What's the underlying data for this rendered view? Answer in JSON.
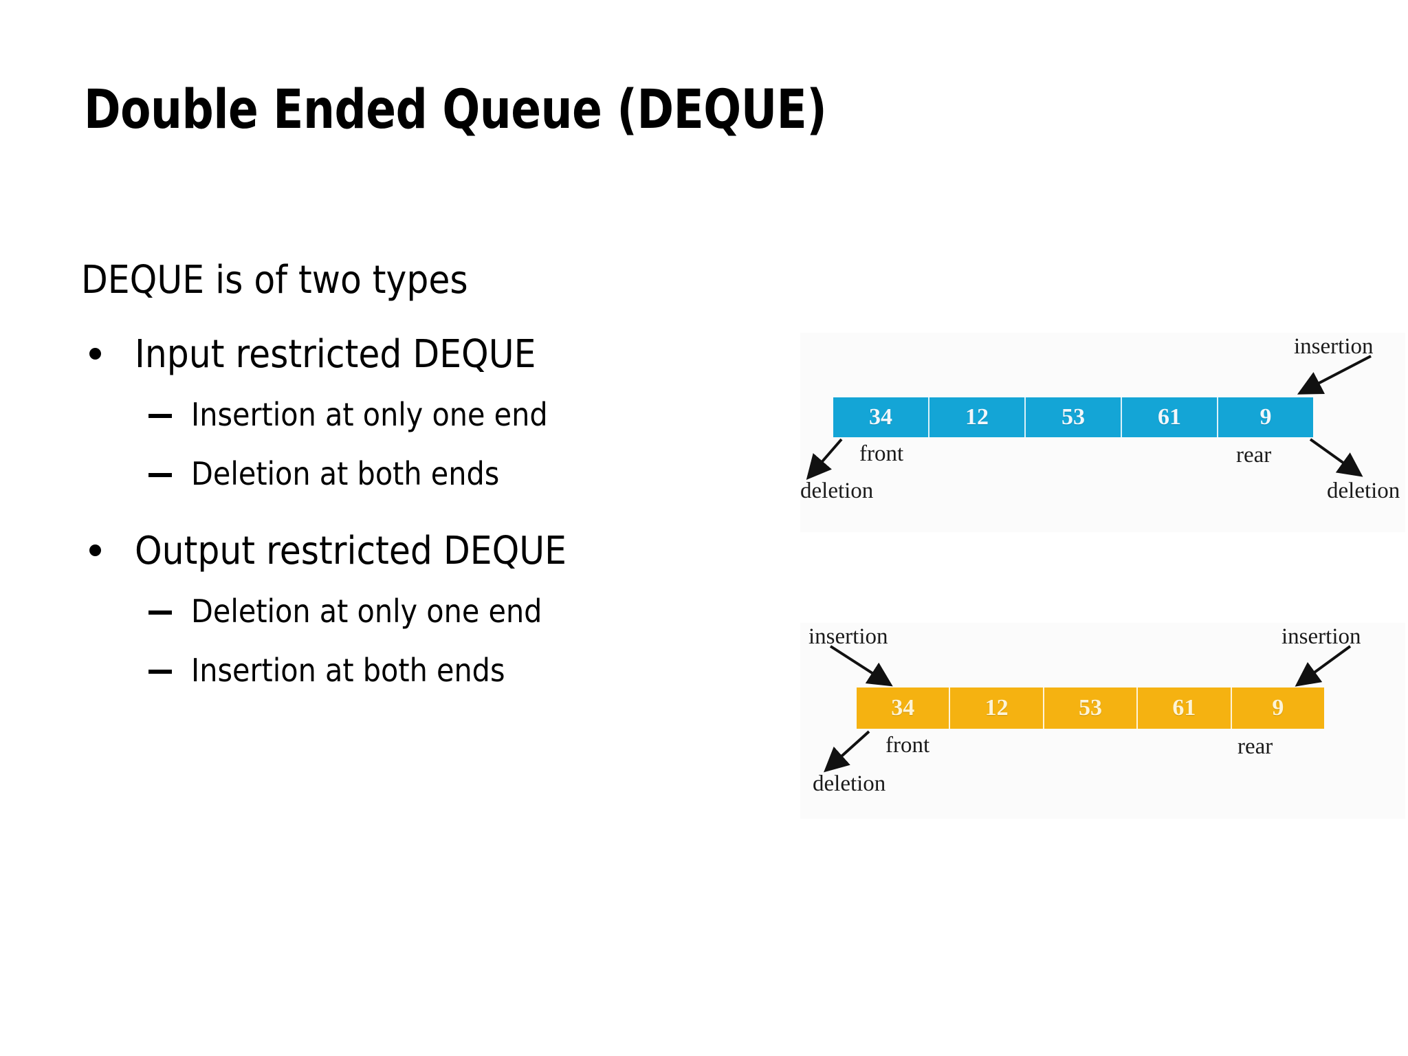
{
  "slide": {
    "title": "Double Ended Queue (DEQUE)",
    "lead": "DEQUE is of two types",
    "bullets": [
      {
        "label": "Input restricted DEQUE",
        "sub": [
          "Insertion at only one end",
          "Deletion at both ends"
        ]
      },
      {
        "label": "Output restricted DEQUE",
        "sub": [
          "Deletion at only one end",
          "Insertion at both ends"
        ]
      }
    ]
  },
  "figures": {
    "input_restricted": {
      "cells": [
        "34",
        "12",
        "53",
        "61",
        "9"
      ],
      "bar_color": "#14a5d6",
      "labels": {
        "insertion_rear": "insertion",
        "front": "front",
        "rear": "rear",
        "deletion_front": "deletion",
        "deletion_rear": "deletion"
      }
    },
    "output_restricted": {
      "cells": [
        "34",
        "12",
        "53",
        "61",
        "9"
      ],
      "bar_color": "#f5b211",
      "labels": {
        "insertion_front": "insertion",
        "insertion_rear": "insertion",
        "front": "front",
        "rear": "rear",
        "deletion_front": "deletion"
      }
    }
  },
  "colors": {
    "blue": "#14a5d6",
    "orange": "#f5b211",
    "text": "#000000",
    "background": "#ffffff"
  }
}
